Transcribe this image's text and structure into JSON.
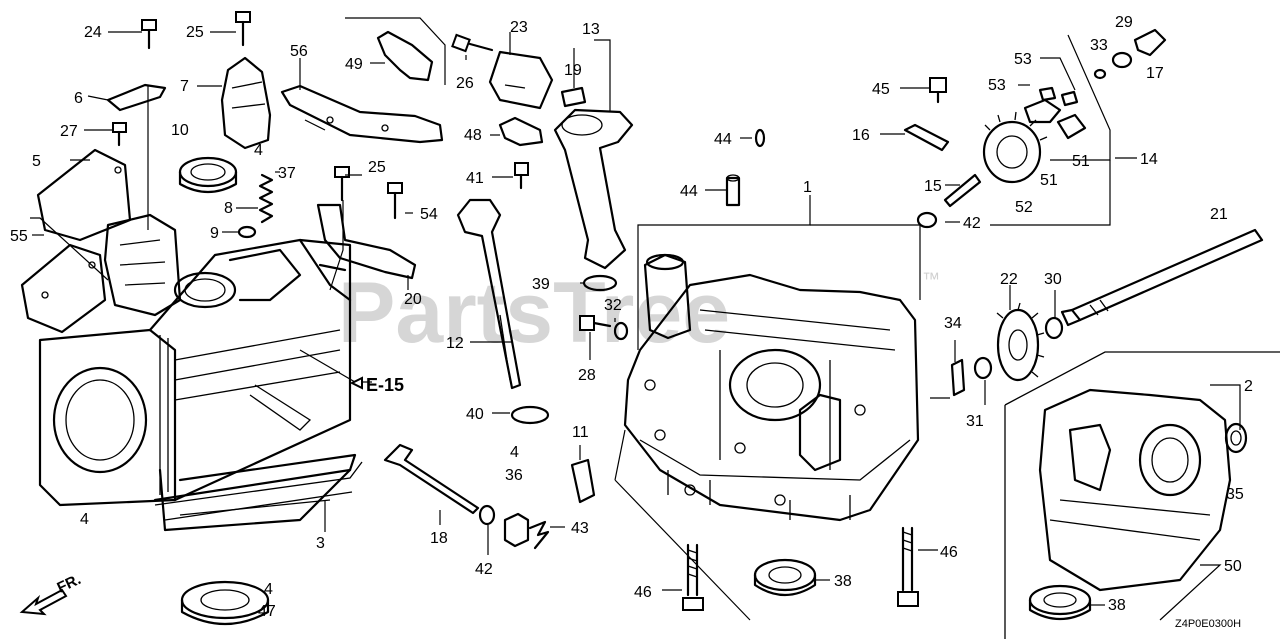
{
  "watermark": "PartsTree",
  "trademark": "™",
  "reference": "E-15",
  "direction_label": "FR.",
  "diagram_code": "Z4P0E0300H",
  "callouts": [
    "24",
    "25",
    "7",
    "6",
    "27",
    "10",
    "5",
    "4",
    "37",
    "8",
    "9",
    "55",
    "56",
    "49",
    "23",
    "26",
    "13",
    "19",
    "48",
    "41",
    "12",
    "25",
    "54",
    "20",
    "40",
    "4",
    "36",
    "11",
    "18",
    "42",
    "43",
    "39",
    "32",
    "28",
    "44",
    "44",
    "1",
    "16",
    "45",
    "53",
    "53",
    "29",
    "33",
    "17",
    "15",
    "42",
    "52",
    "51",
    "51",
    "14",
    "21",
    "22",
    "30",
    "34",
    "31",
    "2",
    "35",
    "46",
    "46",
    "38",
    "50",
    "38",
    "3",
    "4",
    "4",
    "47"
  ]
}
